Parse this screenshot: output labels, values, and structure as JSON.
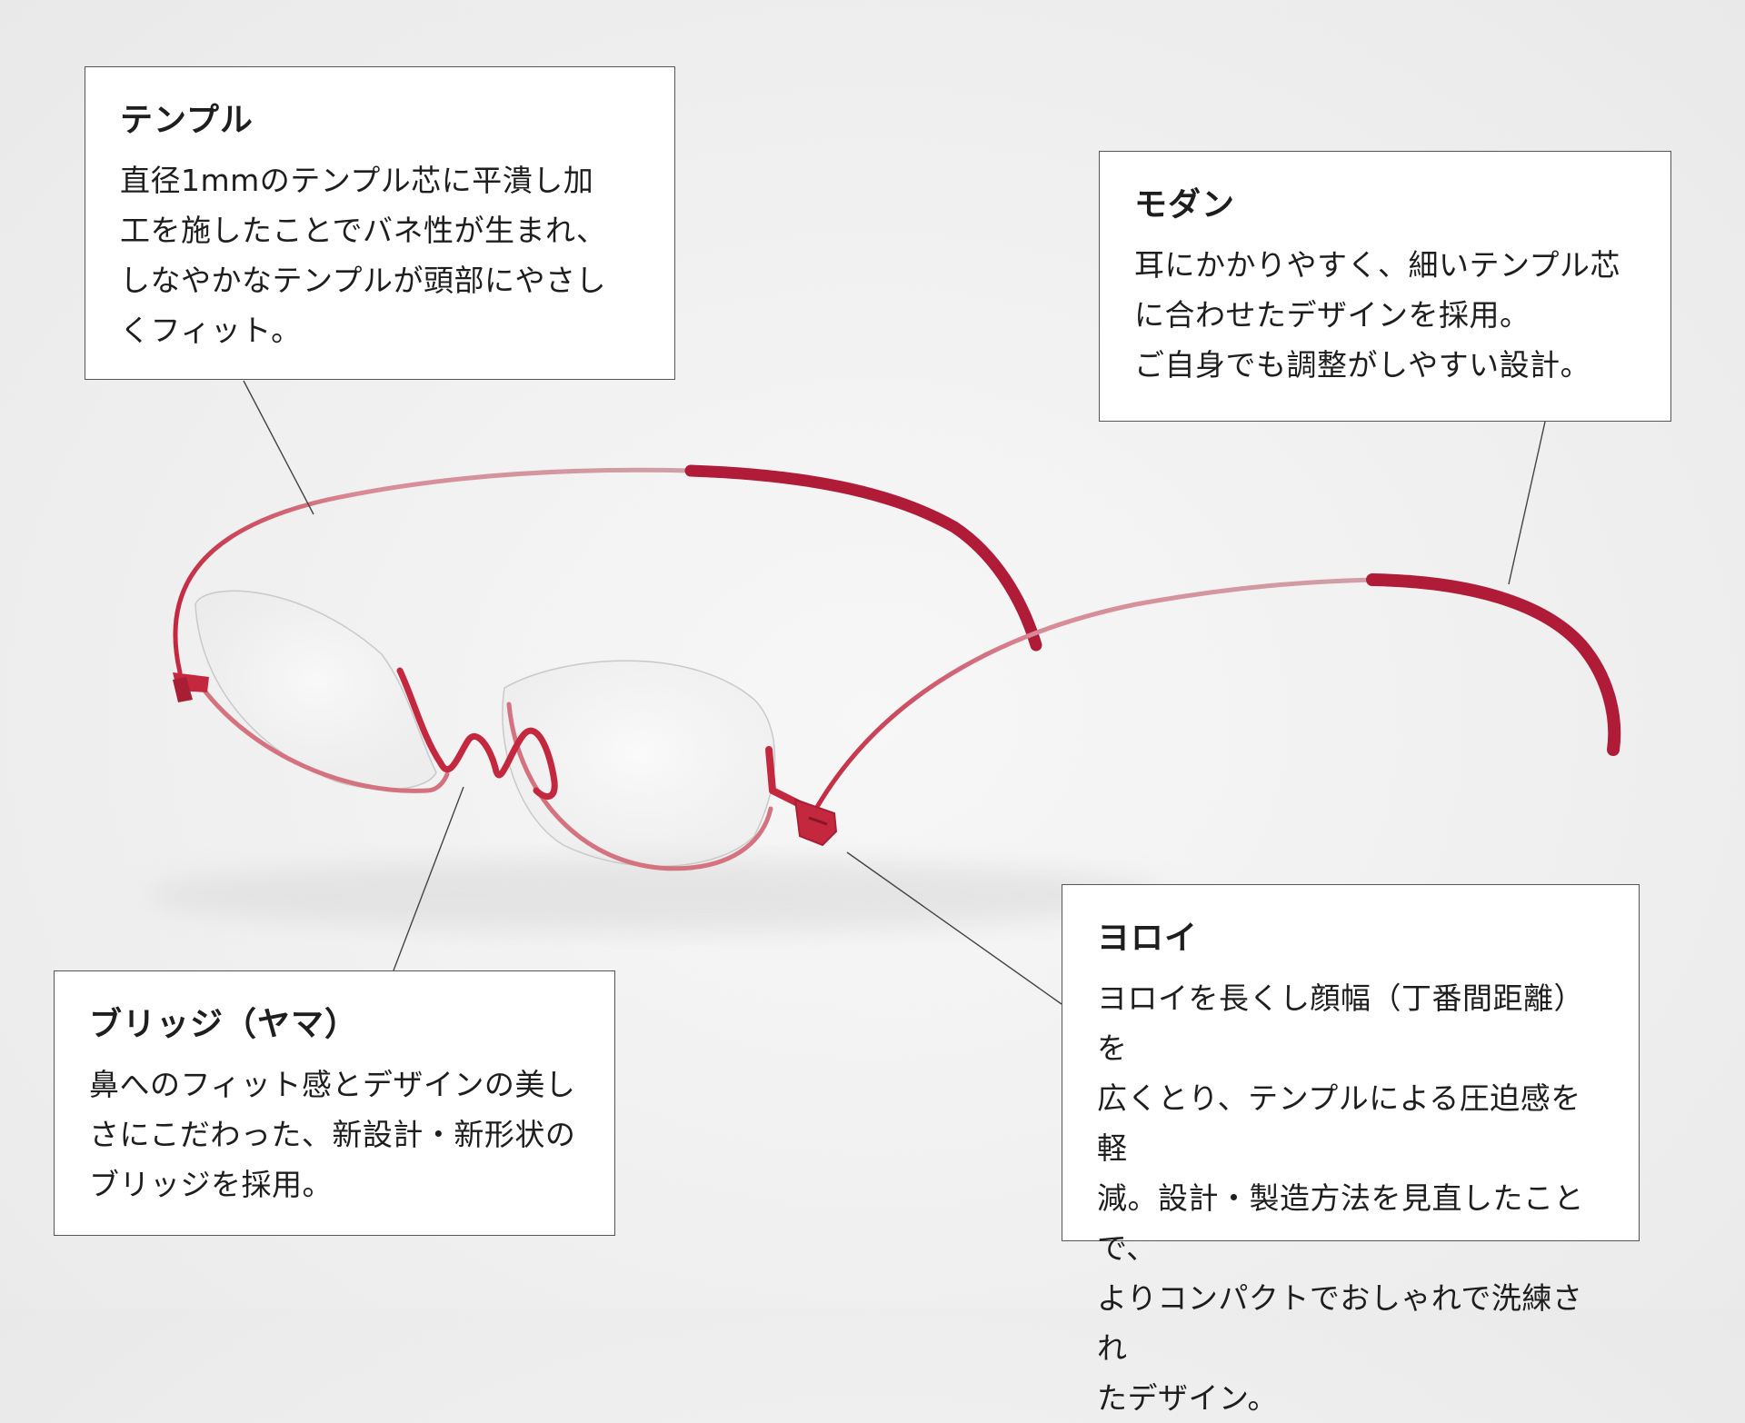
{
  "colors": {
    "frame_red": "#c4283f",
    "frame_pink": "#d98a96",
    "tip_red": "#b01c38",
    "border": "#555555",
    "text": "#1e1e1e"
  },
  "callouts": {
    "temple": {
      "title": "テンプル",
      "body": "直径1mmのテンプル芯に平潰し加\n工を施したことでバネ性が生まれ、\nしなやかなテンプルが頭部にやさし\nくフィット。"
    },
    "modern": {
      "title": "モダン",
      "body": "耳にかかりやすく、細いテンプル芯\nに合わせたデザインを採用。\nご自身でも調整がしやすい設計。"
    },
    "bridge": {
      "title": "ブリッジ（ヤマ）",
      "body": "鼻へのフィット感とデザインの美し\nさにこだわった、新設計・新形状の\nブリッジを採用。"
    },
    "yoroi": {
      "title": "ヨロイ",
      "body": "ヨロイを長くし顔幅（丁番間距離）を\n広くとり、テンプルによる圧迫感を軽\n減。設計・製造方法を見直したことで、\nよりコンパクトでおしゃれで洗練され\nたデザイン。"
    }
  }
}
